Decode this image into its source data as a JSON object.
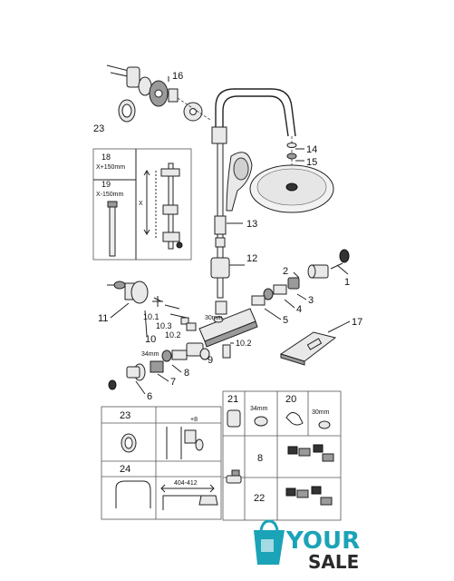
{
  "callouts": {
    "c1": "1",
    "c2": "2",
    "c3": "3",
    "c4": "4",
    "c5": "5",
    "c6": "6",
    "c7": "7",
    "c8": "8",
    "c9": "9",
    "c10": "10",
    "c10_1": "10.1",
    "c10_2": "10.2",
    "c10_3": "10.3",
    "c10_2b": "10.2",
    "c11": "11",
    "c12": "12",
    "c13": "13",
    "c14": "14",
    "c15": "15",
    "c16": "16",
    "c17": "17",
    "c23": "23"
  },
  "dims": {
    "d30mm": "30mm",
    "d34mm": "34mm"
  },
  "inset_rails": {
    "n18": "18",
    "sub18": "X+150mm",
    "n19": "19",
    "sub19": "X-150mm",
    "x": "X"
  },
  "tools": {
    "n21": "21",
    "d21": "34mm",
    "n20": "20",
    "d20": "30mm",
    "n8": "8",
    "n22": "22"
  },
  "inset_bottom": {
    "n23": "23",
    "plus8": "+8",
    "n24": "24",
    "range": "404-412"
  },
  "logo": {
    "word1": "YOUR",
    "word2": "SALE",
    "color": "#1ba3b8"
  }
}
